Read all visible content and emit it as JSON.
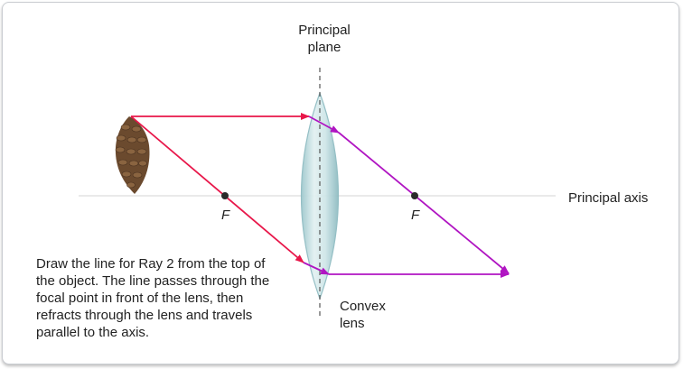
{
  "labels": {
    "principal_plane": "Principal\nplane",
    "principal_axis": "Principal axis",
    "focal_left": "F",
    "focal_right": "F",
    "lens": "Convex\nlens"
  },
  "caption": "Draw the line for Ray 2 from the top of the object. The line passes through the focal point in front of the lens, then refracts through the lens and travels parallel to the axis.",
  "colors": {
    "incident_ray": "#e8174a",
    "refracted_ray": "#b015c2",
    "axis": "#d6d6d6",
    "lens_fill": "#b9d9dd",
    "lens_edge": "#8fbcc2",
    "plane": "#555555",
    "focal_point": "#2a2a2a",
    "object": "#6b4a2e"
  },
  "icons": {
    "object": "pinecone-icon"
  }
}
